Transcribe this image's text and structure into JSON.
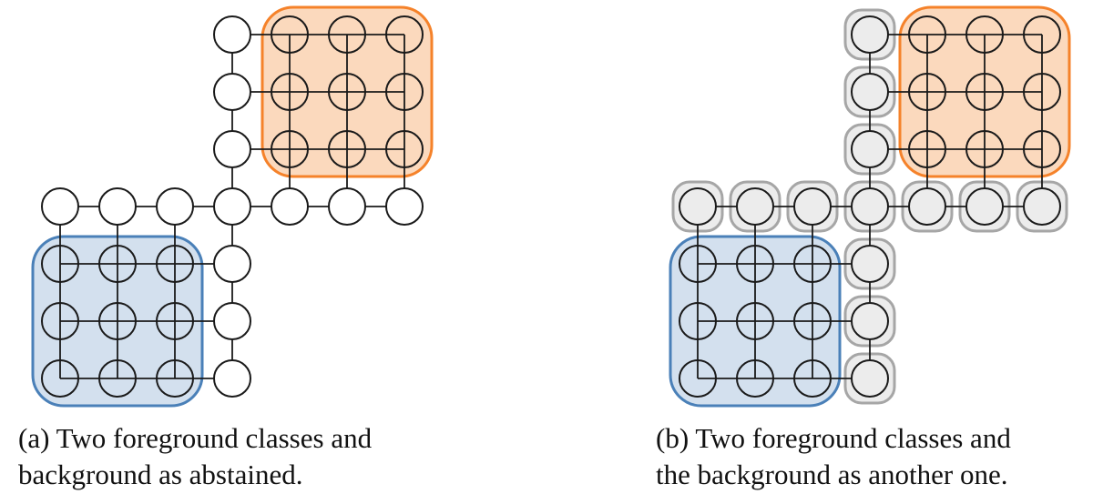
{
  "figure": {
    "grid_nodes": [
      [
        0,
        0
      ],
      [
        1,
        0
      ],
      [
        2,
        0
      ],
      [
        3,
        0
      ],
      [
        0,
        1
      ],
      [
        1,
        1
      ],
      [
        2,
        1
      ],
      [
        3,
        1
      ],
      [
        0,
        2
      ],
      [
        1,
        2
      ],
      [
        2,
        2
      ],
      [
        3,
        2
      ],
      [
        -3,
        3
      ],
      [
        -2,
        3
      ],
      [
        -1,
        3
      ],
      [
        0,
        3
      ],
      [
        1,
        3
      ],
      [
        2,
        3
      ],
      [
        3,
        3
      ],
      [
        -3,
        4
      ],
      [
        -2,
        4
      ],
      [
        -1,
        4
      ],
      [
        0,
        4
      ],
      [
        -3,
        5
      ],
      [
        -2,
        5
      ],
      [
        -1,
        5
      ],
      [
        0,
        5
      ],
      [
        -3,
        6
      ],
      [
        -2,
        6
      ],
      [
        -1,
        6
      ],
      [
        0,
        6
      ]
    ],
    "classes": {
      "foreground_1": {
        "color": "#f5822a",
        "fill": "#fbd9bd",
        "nodes": [
          [
            1,
            0
          ],
          [
            2,
            0
          ],
          [
            3,
            0
          ],
          [
            1,
            1
          ],
          [
            2,
            1
          ],
          [
            3,
            1
          ],
          [
            1,
            2
          ],
          [
            2,
            2
          ],
          [
            3,
            2
          ]
        ]
      },
      "foreground_2": {
        "color": "#4a80b8",
        "fill": "#d3e0ee",
        "nodes": [
          [
            -3,
            4
          ],
          [
            -2,
            4
          ],
          [
            -1,
            4
          ],
          [
            -3,
            5
          ],
          [
            -2,
            5
          ],
          [
            -1,
            5
          ],
          [
            -3,
            6
          ],
          [
            -2,
            6
          ],
          [
            -1,
            6
          ]
        ]
      },
      "background": {
        "color": "#a6a6a6",
        "fill": "#ececec"
      }
    },
    "panels": [
      {
        "id": "a",
        "background_mode": "abstained",
        "caption_lines": [
          "(a) Two foreground classes and",
          "background as abstained."
        ]
      },
      {
        "id": "b",
        "background_mode": "class",
        "caption_lines": [
          "(b) Two foreground classes and",
          "the background as another one."
        ]
      }
    ]
  }
}
